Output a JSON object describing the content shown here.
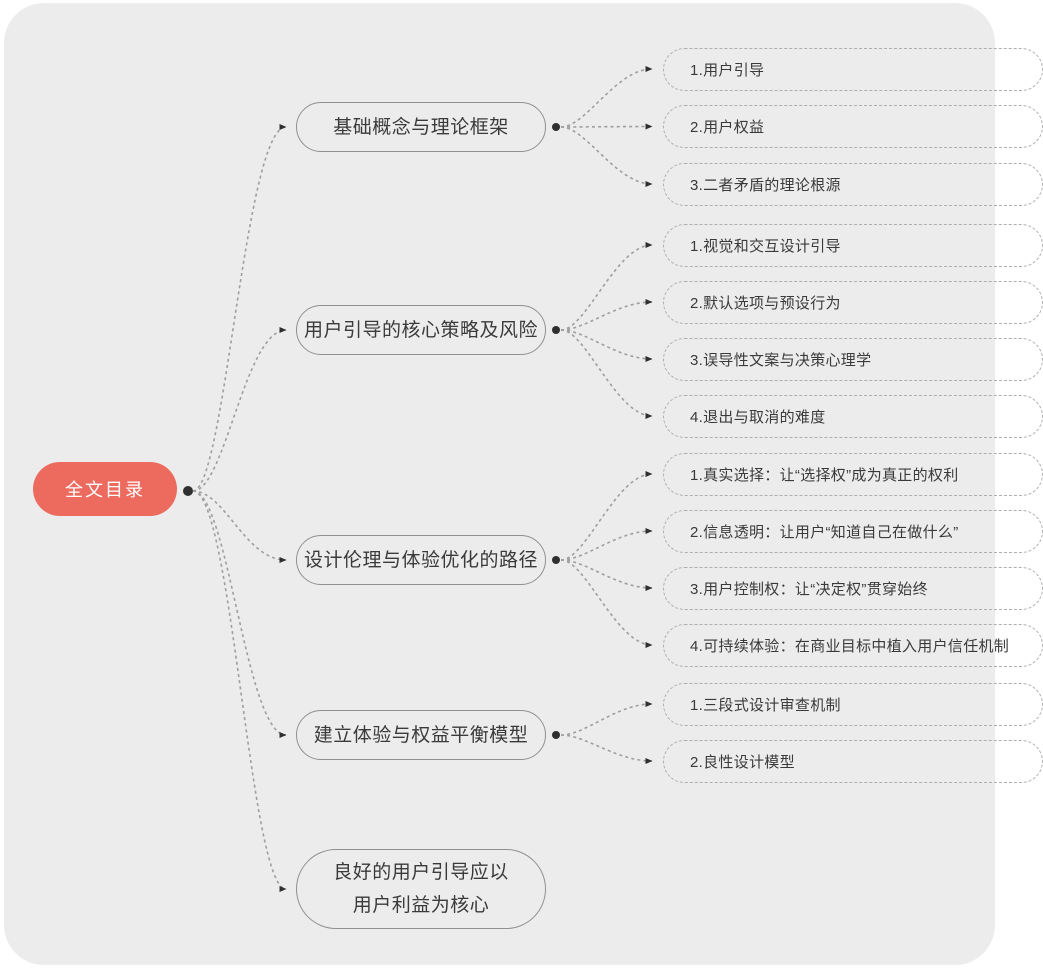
{
  "meta": {
    "diagram_type": "mindmap",
    "panel_bg": "#ECECEC",
    "root_accent": "#ED6A5F",
    "connector_color": "#9E9E9E"
  },
  "root": {
    "label": "全文目录",
    "color": "#ED6A5F"
  },
  "branches": [
    {
      "label": "基础概念与理论框架",
      "children": [
        "1.用户引导",
        "2.用户权益",
        "3.二者矛盾的理论根源"
      ]
    },
    {
      "label": "用户引导的核心策略及风险",
      "children": [
        "1.视觉和交互设计引导",
        "2.默认选项与预设行为",
        "3.误导性文案与决策心理学",
        "4.退出与取消的难度"
      ]
    },
    {
      "label": "设计伦理与体验优化的路径",
      "children": [
        "1.真实选择：让“选择权”成为真正的权利",
        "2.信息透明：让用户“知道自己在做什么”",
        "3.用户控制权：让“决定权”贯穿始终",
        "4.可持续体验：在商业目标中植入用户信任机制"
      ]
    },
    {
      "label": "建立体验与权益平衡模型",
      "children": [
        "1.三段式设计审查机制",
        "2.良性设计模型"
      ]
    },
    {
      "label": "良好的用户引导应以\n用户利益为核心",
      "children": []
    }
  ]
}
